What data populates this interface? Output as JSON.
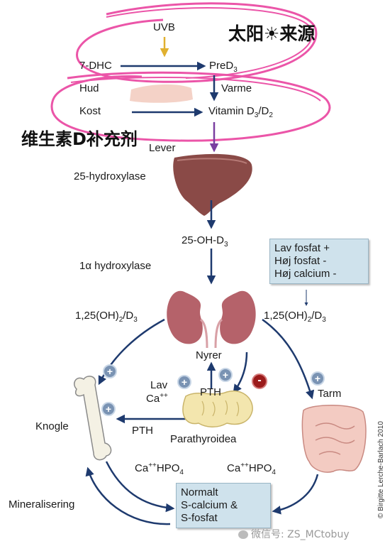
{
  "annotations": {
    "sun_source": "太阳☀来源",
    "supplement": "维生素D补充剂",
    "watermark": "微信号: ZS_MCtobuy"
  },
  "labels": {
    "uvb": "UVB",
    "dhc": "7-DHC",
    "pred3": "PreD",
    "pred3_sub": "3",
    "hud": "Hud",
    "varme": "Varme",
    "kost": "Kost",
    "vitamin": "Vitamin D",
    "vitamin_sub": "3",
    "vitamin_d2": "/D",
    "vitamin_d2_sub": "2",
    "lever": "Lever",
    "hydroxylase25": "25-hydroxylase",
    "oh_d3": "25-OH-D",
    "oh_d3_sub": "3",
    "hydroxylase1a": "1α hydroxylase",
    "dihydroxy_left_a": "1,25(OH)",
    "dihydroxy_left_sub": "2",
    "dihydroxy_left_b": "/D",
    "dihydroxy_left_sub2": "3",
    "dihydroxy_right_a": "1,25(OH)",
    "dihydroxy_right_sub": "2",
    "dihydroxy_right_b": "/D",
    "dihydroxy_right_sub2": "3",
    "nyrer": "Nyrer",
    "lav": "Lav",
    "ca": "Ca",
    "ca_sup": "++",
    "pth_top": "PTH",
    "tarm": "Tarm",
    "knogle": "Knogle",
    "pth_left": "PTH",
    "parathyroidea": "Parathyroidea",
    "cahpo4_left": "Ca",
    "cahpo4_left_sup": "++",
    "cahpo4_left_b": "HPO",
    "cahpo4_left_sub": "4",
    "cahpo4_right": "Ca",
    "cahpo4_right_sup": "++",
    "cahpo4_right_b": "HPO",
    "cahpo4_right_sub": "4",
    "mineralisering": "Mineralisering",
    "copyright": "© Birgitte Lerche-Barlach 2010"
  },
  "regulation_box": [
    "Lav fosfat +",
    "Høj fosfat -",
    "Høj calcium -"
  ],
  "result_box": [
    "Normalt",
    "S-calcium &",
    "S-fosfat"
  ],
  "symbols": {
    "plus": "+",
    "minus": "-"
  },
  "colors": {
    "arrow": "#1e3a6e",
    "highlight": "#e8389a",
    "liver": "#8a4a47",
    "kidney": "#b5626a",
    "box": "#cfe2ec"
  }
}
